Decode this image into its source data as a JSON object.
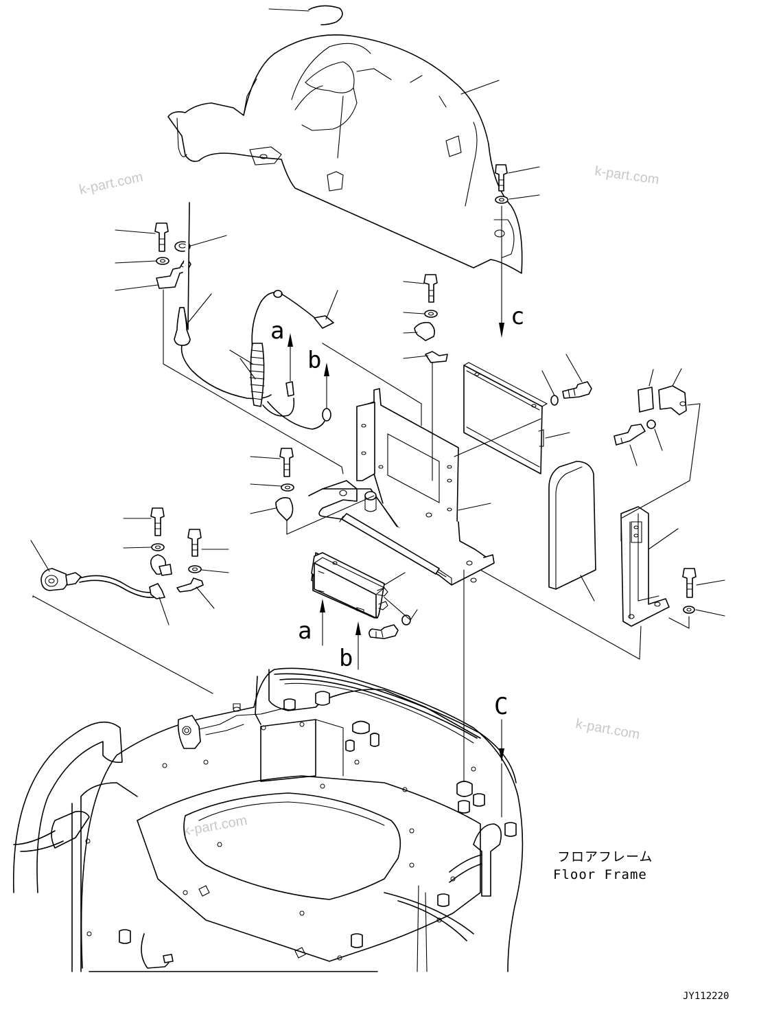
{
  "watermarks": [
    "k-part.com",
    "k-part.com",
    "k-part.com",
    "k-part.com"
  ],
  "arrow_labels": {
    "a_top": "a",
    "b_top": "b",
    "a_bottom": "a",
    "b_bottom": "b",
    "c_top": "c",
    "c_bottom": "C"
  },
  "floor_frame": {
    "jp": "フロアフレーム",
    "en": "Floor Frame"
  },
  "drawing_code": "JY112220"
}
